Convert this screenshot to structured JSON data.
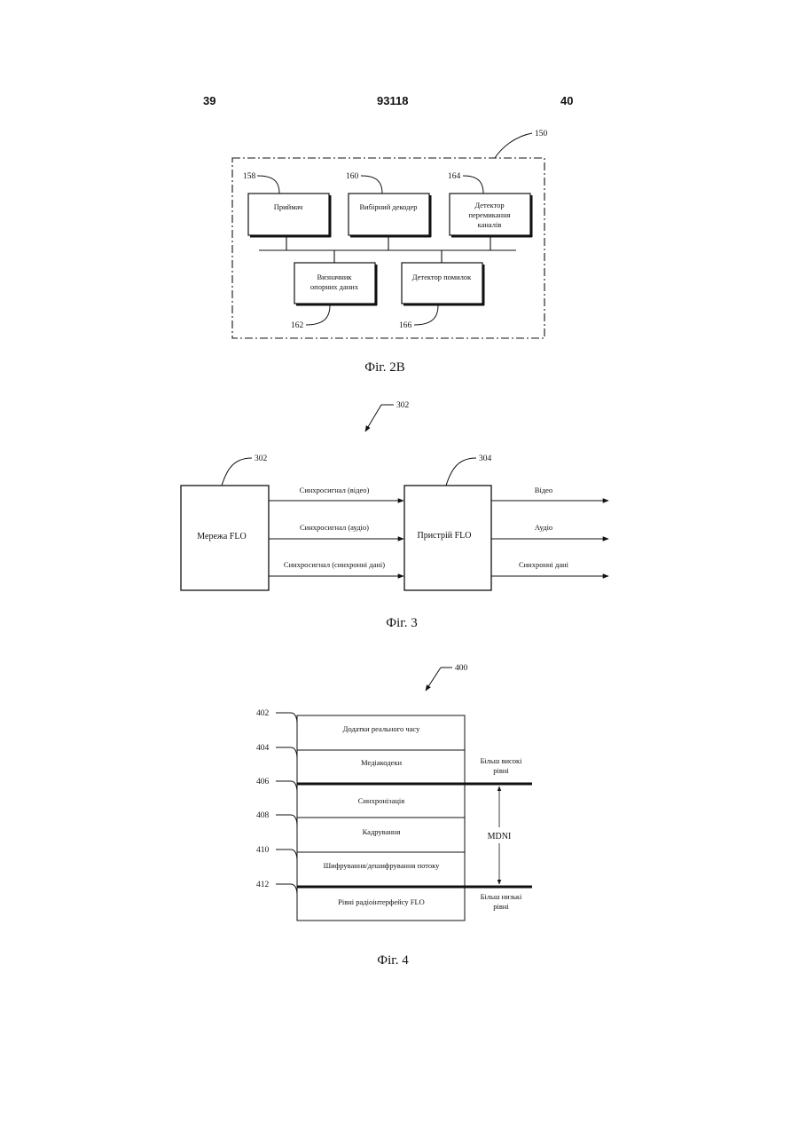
{
  "header": {
    "left_page": "39",
    "doc_number": "93118",
    "right_page": "40"
  },
  "fig2b": {
    "ref_main": "150",
    "blocks": [
      {
        "ref": "158",
        "lines": [
          "Приймач"
        ]
      },
      {
        "ref": "160",
        "lines": [
          "Вибірний декодер"
        ]
      },
      {
        "ref": "164",
        "lines": [
          "Детектор",
          "перемикання",
          "каналів"
        ]
      },
      {
        "ref": "162",
        "lines": [
          "Визначник",
          "опорних даних"
        ]
      },
      {
        "ref": "166",
        "lines": [
          "Детектор помилок"
        ]
      }
    ],
    "caption": "Фіг. 2B"
  },
  "fig3": {
    "ref_main": "302",
    "left_block": {
      "ref": "302",
      "label": "Мережа FLO"
    },
    "right_block": {
      "ref": "304",
      "label": "Пристрій FLO"
    },
    "inputs": [
      "Синхросигнал (відео)",
      "Синхросигнал (аудіо)",
      "Синхросигнал (синхронні дані)"
    ],
    "outputs": [
      "Відео",
      "Аудіо",
      "Синхронні дані"
    ],
    "caption": "Фіг. 3"
  },
  "fig4": {
    "ref_main": "400",
    "layers": [
      {
        "ref": "402",
        "label": "Додатки реального часу"
      },
      {
        "ref": "404",
        "label": "Медіакодеки"
      },
      {
        "ref": "406",
        "label": "Синхронізація"
      },
      {
        "ref": "408",
        "label": "Кадрування"
      },
      {
        "ref": "410",
        "label": "Шифрування/дешифрування потоку"
      },
      {
        "ref": "412",
        "label": "Рівні радіоінтерфейсу FLO"
      }
    ],
    "upper_label": [
      "Більш високі",
      "рівні"
    ],
    "middle_label": "MDNI",
    "lower_label": [
      "Більш низькі",
      "рівні"
    ],
    "caption": "Фіг. 4"
  }
}
